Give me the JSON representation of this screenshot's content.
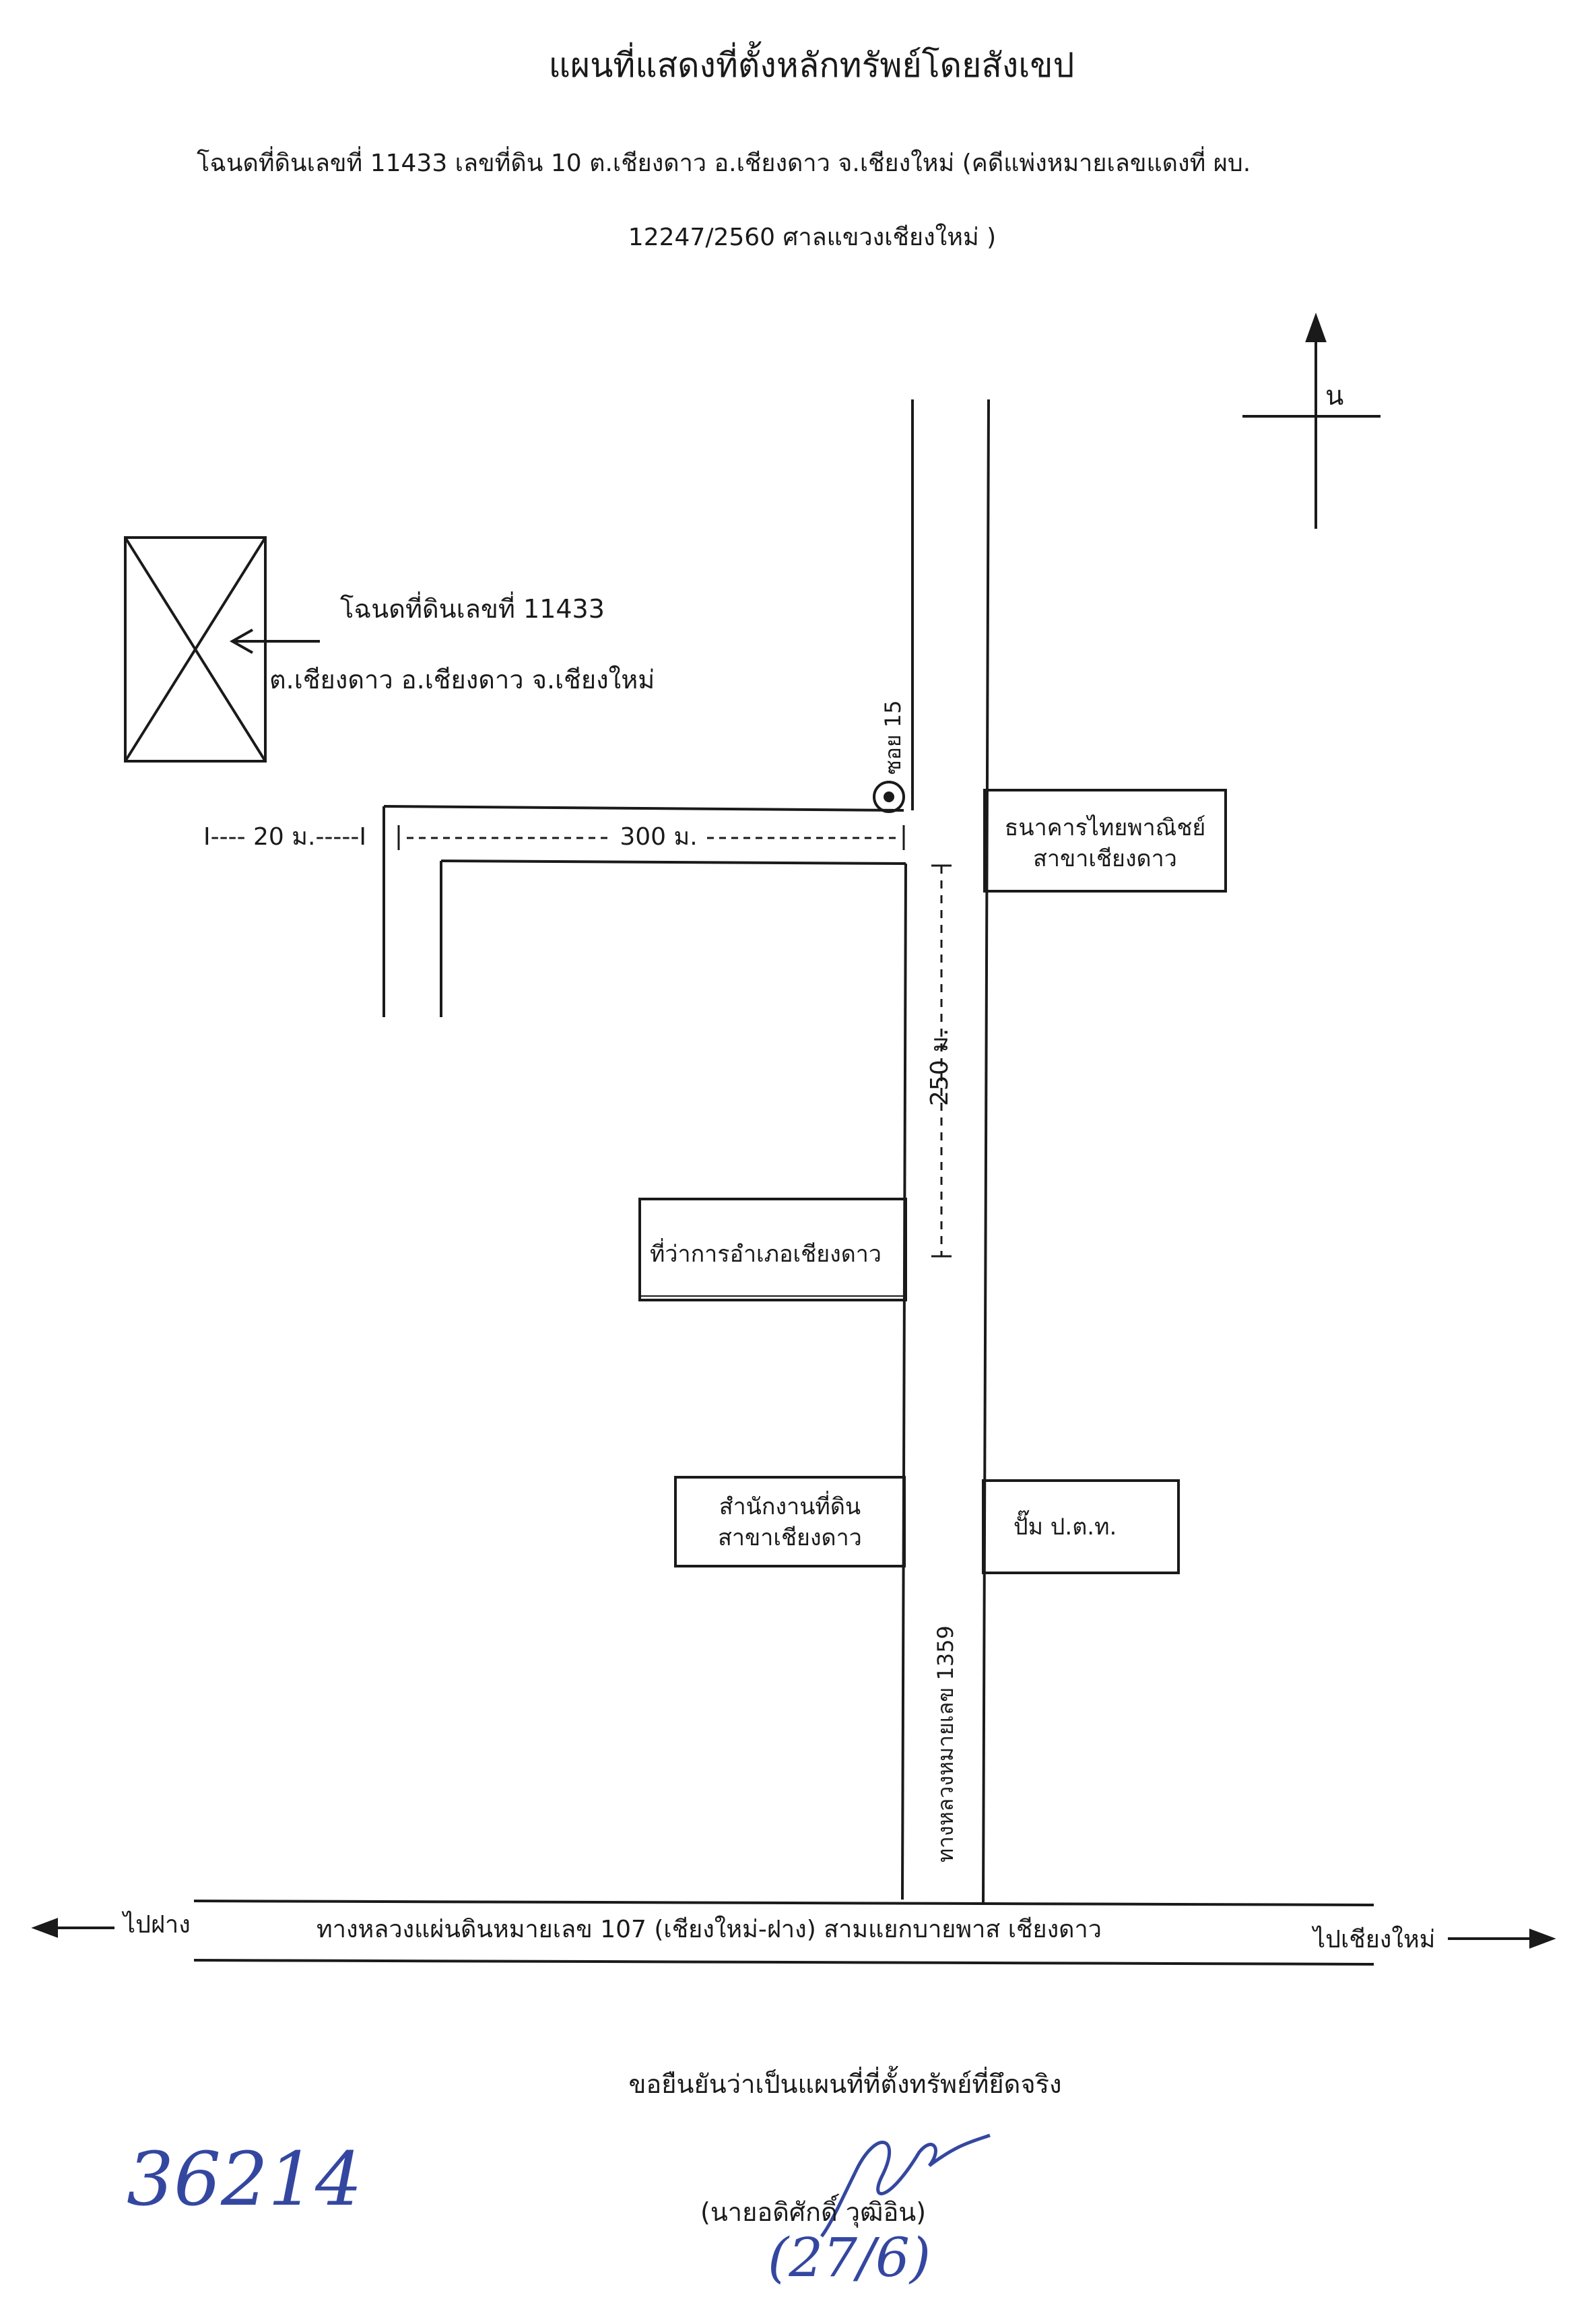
{
  "document": {
    "title": "แผนที่แสดงที่ตั้งหลักทรัพย์โดยสังเขป",
    "deed_line_1": "โฉนดที่ดินเลขที่ 11433  เลขที่ดิน 10  ต.เชียงดาว  อ.เชียงดาว จ.เชียงใหม่ (คดีแพ่งหมายเลขแดงที่ ผบ.",
    "deed_line_2": "12247/2560  ศาลแขวงเชียงใหม่  )"
  },
  "compass": {
    "north_label": "น"
  },
  "parcel": {
    "label_line_1": "โฉนดที่ดินเลขที่ 11433",
    "label_line_2": "ต.เชียงดาว อ.เชียงดาว จ.เชียงใหม่"
  },
  "distances": {
    "d20": "I---- 20 ม.-----I",
    "d300": "300 ม.",
    "d250": "250 ม."
  },
  "roads": {
    "soi": "ซอย 15",
    "highway_1359": "ทางหลวงหมายเลข 1359",
    "highway_107": "ทางหลวงแผ่นดินหมายเลข 107 (เชียงใหม่-ฝาง) สามแยกบายพาส เชียงดาว",
    "to_fang": "ไปฝาง",
    "to_chiangmai": "ไปเชียงใหม่"
  },
  "landmarks": {
    "bank_line_1": "ธนาคารไทยพาณิชย์",
    "bank_line_2": "สาขาเชียงดาว",
    "district_office": "ที่ว่าการอำเภอเชียงดาว",
    "land_office_line_1": "สำนักงานที่ดิน",
    "land_office_line_2": "สาขาเชียงดาว",
    "gas_station": "ปั๊ม ป.ต.ท."
  },
  "footer": {
    "confirmation": "ขอยืนยันว่าเป็นแผนที่ที่ตั้งทรัพย์ที่ยึดจริง",
    "signer": "(นายอดิศักดิ์  วุฒิอิน)",
    "handwritten_code": "36214",
    "handwritten_date": "(27/6)"
  },
  "colors": {
    "ink": "#1a1a1a",
    "handwriting": "#3447a0"
  }
}
